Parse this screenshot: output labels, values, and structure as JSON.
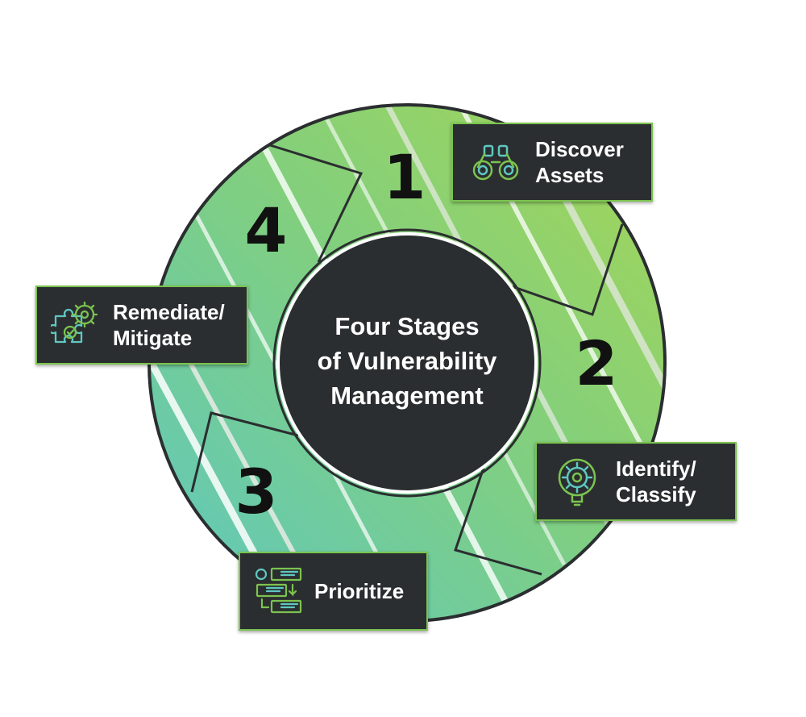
{
  "center": {
    "line1": "Four Stages",
    "line2": "of Vulnerability",
    "line3": "Management"
  },
  "stages": [
    {
      "number": "1",
      "line1": "Discover",
      "line2": "Assets",
      "icon": "binoculars-icon"
    },
    {
      "number": "2",
      "line1": "Identify/",
      "line2": "Classify",
      "icon": "magnifier-gear-icon"
    },
    {
      "number": "3",
      "line1": "Prioritize",
      "line2": "",
      "icon": "priority-list-icon"
    },
    {
      "number": "4",
      "line1": "Remediate/",
      "line2": "Mitigate",
      "icon": "puzzle-gear-icon"
    }
  ],
  "colors": {
    "ring_start": "#5ec8c0",
    "ring_end": "#a2d65a",
    "dark": "#2b2e30",
    "accent": "#7bc34f",
    "number": "#111111"
  }
}
